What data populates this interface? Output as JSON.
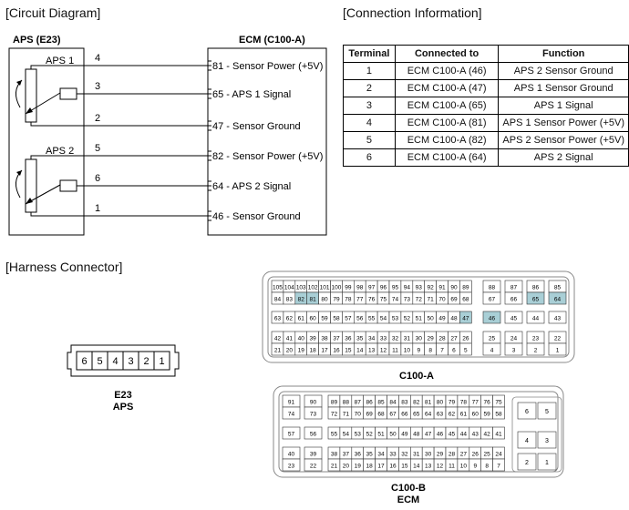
{
  "titles": {
    "circuit": "[Circuit Diagram]",
    "connection": "[Connection Information]",
    "harness": "[Harness Connector]"
  },
  "circuit": {
    "aps_label": "APS (E23)",
    "ecm_label": "ECM (C100-A)",
    "aps1": "APS 1",
    "aps2": "APS 2",
    "wires": [
      {
        "pin": "4",
        "ecm": "81 - Sensor Power (+5V)"
      },
      {
        "pin": "3",
        "ecm": "65 - APS 1 Signal"
      },
      {
        "pin": "2",
        "ecm": "47 - Sensor Ground"
      },
      {
        "pin": "5",
        "ecm": "82 - Sensor Power (+5V)"
      },
      {
        "pin": "6",
        "ecm": "64 - APS 2 Signal"
      },
      {
        "pin": "1",
        "ecm": "46 - Sensor Ground"
      }
    ]
  },
  "connection_table": {
    "headers": [
      "Terminal",
      "Connected to",
      "Function"
    ],
    "rows": [
      [
        "1",
        "ECM C100-A (46)",
        "APS 2 Sensor Ground"
      ],
      [
        "2",
        "ECM C100-A (47)",
        "APS 1 Sensor Ground"
      ],
      [
        "3",
        "ECM C100-A (65)",
        "APS 1 Signal"
      ],
      [
        "4",
        "ECM C100-A (81)",
        "APS 1 Sensor Power (+5V)"
      ],
      [
        "5",
        "ECM C100-A (82)",
        "APS 2 Sensor Power (+5V)"
      ],
      [
        "6",
        "ECM C100-A (64)",
        "APS 2 Signal"
      ]
    ]
  },
  "harness": {
    "e23_pins": [
      "6",
      "5",
      "4",
      "3",
      "2",
      "1"
    ],
    "e23_label": "E23",
    "aps_label": "APS",
    "c100a_label": "C100-A",
    "c100b_label": "C100-B",
    "ecm_label": "ECM",
    "highlight_color": "#a9cfd6",
    "c100a_rows": [
      [
        "105",
        "104",
        "103",
        "102",
        "101",
        "100",
        "99",
        "98",
        "97",
        "96",
        "95",
        "94",
        "93",
        "92",
        "91",
        "90",
        "89"
      ],
      [
        "84",
        "83",
        "82",
        "81",
        "80",
        "79",
        "78",
        "77",
        "76",
        "75",
        "74",
        "73",
        "72",
        "71",
        "70",
        "69",
        "68"
      ],
      [
        "63",
        "62",
        "61",
        "60",
        "59",
        "58",
        "57",
        "56",
        "55",
        "54",
        "53",
        "52",
        "51",
        "50",
        "49",
        "48",
        "47"
      ],
      [
        "42",
        "41",
        "40",
        "39",
        "38",
        "37",
        "36",
        "35",
        "34",
        "33",
        "32",
        "31",
        "30",
        "29",
        "28",
        "27",
        "26"
      ],
      [
        "21",
        "20",
        "19",
        "18",
        "17",
        "16",
        "15",
        "14",
        "13",
        "12",
        "11",
        "10",
        "9",
        "8",
        "7",
        "6",
        "5"
      ]
    ],
    "c100a_right": [
      [
        "88",
        "87",
        "86",
        "85"
      ],
      [
        "67",
        "66",
        "65",
        "64"
      ],
      [
        "46",
        "45",
        "44",
        "43"
      ],
      [
        "25",
        "24",
        "23",
        "22"
      ],
      [
        "4",
        "3",
        "2",
        "1"
      ]
    ],
    "c100a_highlight": [
      "82",
      "81",
      "47",
      "65",
      "64",
      "46"
    ],
    "c100b_left": [
      [
        "91",
        "74"
      ],
      [
        "90",
        "73"
      ],
      [
        "57"
      ],
      [
        "56"
      ],
      [
        "40",
        "23"
      ],
      [
        "39",
        "22"
      ]
    ],
    "c100b_rows": [
      [
        "89",
        "88",
        "87",
        "86",
        "85",
        "84",
        "83",
        "82",
        "81",
        "80",
        "79",
        "78",
        "77",
        "76",
        "75"
      ],
      [
        "72",
        "71",
        "70",
        "69",
        "68",
        "67",
        "66",
        "65",
        "64",
        "63",
        "62",
        "61",
        "60",
        "59",
        "58"
      ],
      [
        "55",
        "54",
        "53",
        "52",
        "51",
        "50",
        "49",
        "48",
        "47",
        "46",
        "45",
        "44",
        "43",
        "42",
        "41"
      ],
      [
        "38",
        "37",
        "36",
        "35",
        "34",
        "33",
        "32",
        "31",
        "30",
        "29",
        "28",
        "27",
        "26",
        "25",
        "24"
      ],
      [
        "21",
        "20",
        "19",
        "18",
        "17",
        "16",
        "15",
        "14",
        "13",
        "12",
        "11",
        "10",
        "9",
        "8",
        "7"
      ]
    ],
    "c100b_right": [
      [
        "6",
        "5"
      ],
      [
        "4",
        "3"
      ],
      [
        "2",
        "1"
      ]
    ]
  }
}
